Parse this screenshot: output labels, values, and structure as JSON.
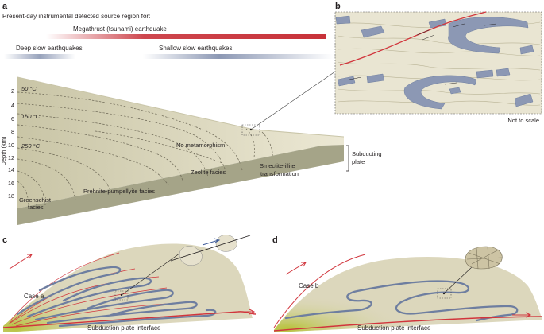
{
  "panels": {
    "a": "a",
    "b": "b",
    "c": "c",
    "d": "d"
  },
  "header": "Present-day instrumental detected source region for:",
  "bars": {
    "megathrust": "Megathrust (tsunami) earthquake",
    "deep_slow": "Deep slow earthquakes",
    "shallow_slow": "Shallow slow earthquakes"
  },
  "colors": {
    "megathrust": "#c8323a",
    "slow": "#8c98b4",
    "wedge": "#dcd7bc",
    "plate": "#a5a488",
    "fault": "#d1353c",
    "fold": "#6e7ea0"
  },
  "axis": {
    "label": "Depth (km)",
    "ticks": [
      "2",
      "4",
      "6",
      "8",
      "10",
      "12",
      "14",
      "16",
      "18"
    ]
  },
  "isotherms": [
    "50 °C",
    "150 °C",
    "250 °C"
  ],
  "facies": {
    "no_meta": "No metamorphism",
    "zeolite": "Zeolite facies",
    "smectite_1": "Smectite-illite",
    "smectite_2": "transformation",
    "prehnite": "Prehnite-pumpellyite facies",
    "greenschist_1": "Greenschist",
    "greenschist_2": "facies"
  },
  "subducting": {
    "line1": "Subducting",
    "line2": "plate"
  },
  "scale_note": "Not to scale",
  "case_a": "Case a",
  "case_b": "Case b",
  "interface_c": "Subduction plate interface",
  "interface_d": "Subduction plate interface"
}
